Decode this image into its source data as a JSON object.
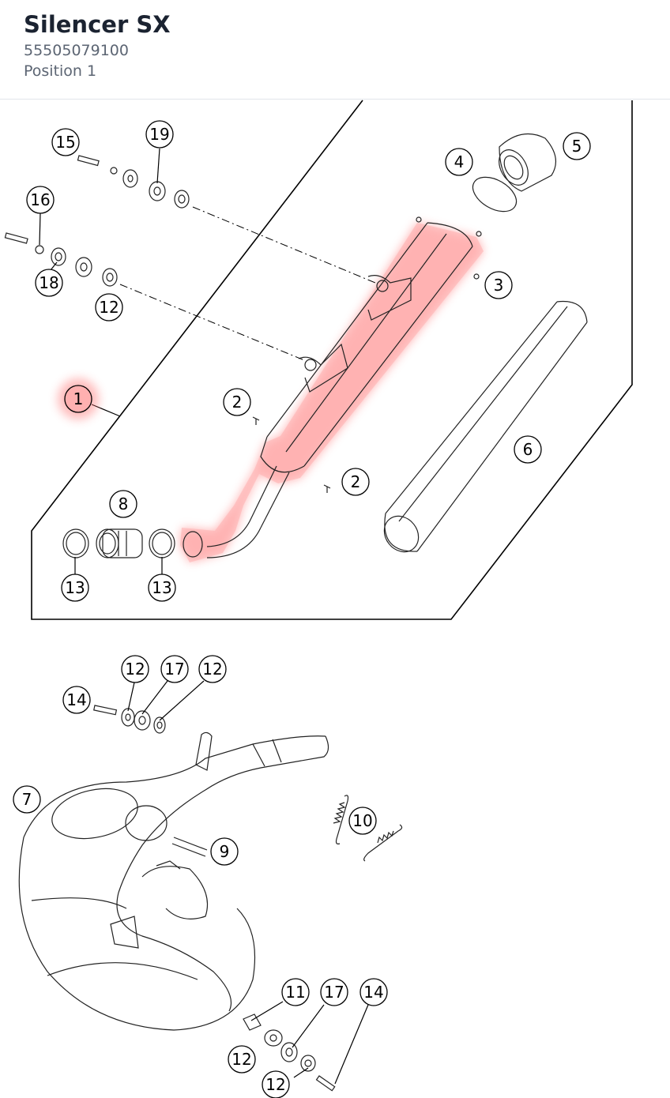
{
  "header": {
    "title": "Silencer SX",
    "part_number": "55505079100",
    "position": "Position 1"
  },
  "diagram": {
    "highlight_color": "#ff6b6b",
    "callouts": [
      "15",
      "19",
      "5",
      "4",
      "16",
      "3",
      "18",
      "12",
      "1",
      "2",
      "6",
      "2",
      "8",
      "13",
      "13",
      "12",
      "17",
      "12",
      "14",
      "7",
      "10",
      "9",
      "11",
      "17",
      "14",
      "12",
      "12"
    ]
  }
}
